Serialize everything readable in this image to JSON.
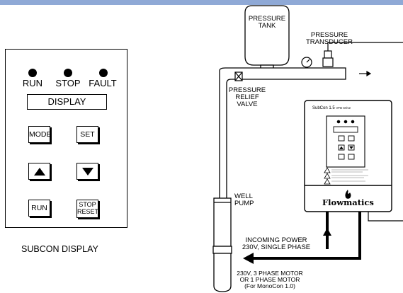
{
  "panel": {
    "indicators": [
      {
        "label": "RUN"
      },
      {
        "label": "STOP"
      },
      {
        "label": "FAULT"
      }
    ],
    "display_label": "DISPLAY",
    "buttons": {
      "mode": "MODE",
      "set": "SET",
      "run": "RUN",
      "stop_line1": "STOP",
      "stop_line2": "RESET"
    },
    "caption": "SUBCON DISPLAY"
  },
  "diagram": {
    "pressure_tank": [
      "PRESSURE",
      "TANK"
    ],
    "pressure_transducer": [
      "PRESSURE",
      "TRANSDUCER"
    ],
    "relief_valve": [
      "PRESSURE",
      "RELIEF",
      "VALVE"
    ],
    "well_pump": [
      "WELL",
      "PUMP"
    ],
    "incoming_power": [
      "INCOMING POWER",
      "230V, SINGLE PHASE"
    ],
    "motor": [
      "230V, 3 PHASE MOTOR",
      "OR 1 PHASE MOTOR",
      "(For MonoCon 1.0)"
    ],
    "drive_model": "SubCon 1.5",
    "drive_subtitle": "VFD Drive",
    "brand": "Flowmatics"
  }
}
